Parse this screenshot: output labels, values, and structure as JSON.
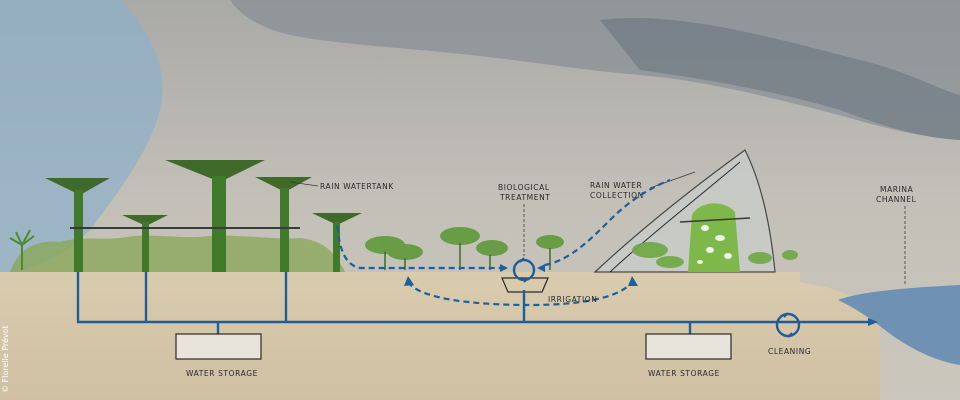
{
  "labels": {
    "rain_watertank": "RAIN WATERTANK",
    "biological_treatment_1": "BIOLOGICAL",
    "biological_treatment_2": "TREATMENT",
    "rain_water_collection_1": "RAIN WATER",
    "rain_water_collection_2": "COLLECTION",
    "marina_channel_1": "MARINA",
    "marina_channel_2": "CHANNEL",
    "irrigation": "IRRIGATION",
    "water_storage_left": "WATER STORAGE",
    "water_storage_right": "WATER STORAGE",
    "cleaning": "CLEANING"
  },
  "credit": "© Florelle Prévot",
  "colors": {
    "sky_blue": "#8fb0c8",
    "cloud_grey": "#6f7a86",
    "paper": "#cfcbc2",
    "ground": "#d8c9ad",
    "water_line": "#1f5f99",
    "marina_water": "#6f91b3",
    "foliage": "#5f9a3a",
    "tree_trunk": "#3f7a2a"
  }
}
